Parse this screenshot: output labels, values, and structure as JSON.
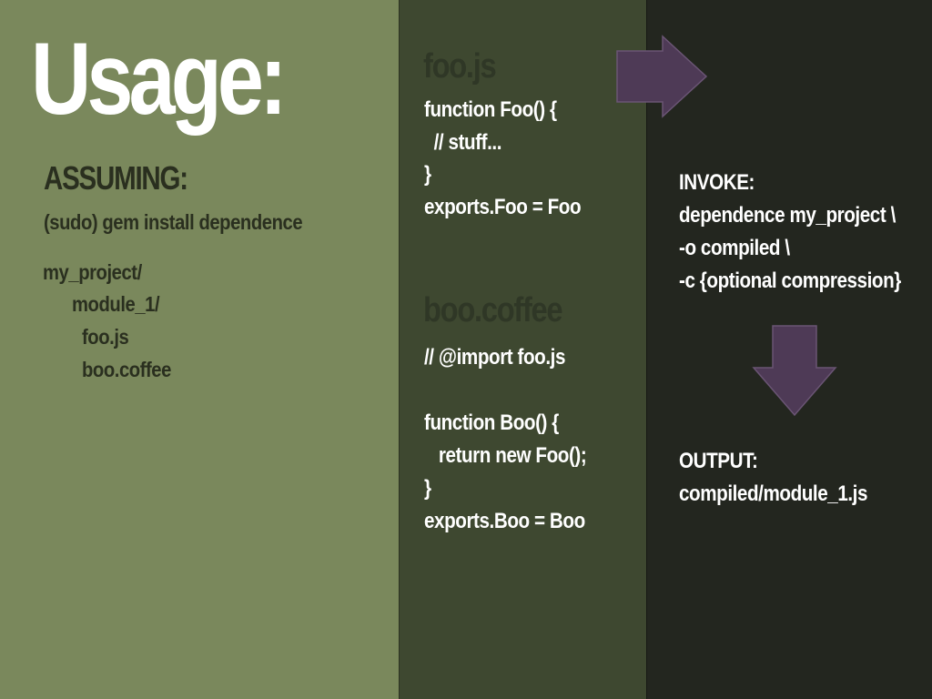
{
  "title": "Usage:",
  "assuming": {
    "label": "ASSUMING:",
    "command": "(sudo) gem install dependence"
  },
  "tree": {
    "root": "my_project/",
    "module": "module_1/",
    "file1": "foo.js",
    "file2": "boo.coffee"
  },
  "foo_js": {
    "heading": "foo.js",
    "lines": [
      "function Foo() {",
      "  // stuff...",
      "}",
      "exports.Foo = Foo"
    ]
  },
  "boo_coffee": {
    "heading": "boo.coffee",
    "lines": [
      "// @import foo.js",
      "",
      "function Boo() {",
      "   return new Foo();",
      "}",
      "exports.Boo = Boo"
    ]
  },
  "invoke": {
    "label": "INVOKE:",
    "lines": [
      "dependence my_project \\",
      "-o compiled \\",
      "-c {optional compression}"
    ]
  },
  "output": {
    "label": "OUTPUT:",
    "path": "compiled/module_1.js"
  },
  "colors": {
    "left_panel": "#7a885c",
    "middle_panel": "#3e4830",
    "right_panel": "#23261f",
    "arrow": "#4e3a56"
  },
  "icons": {
    "right_arrow": "arrow-right-icon",
    "down_arrow": "arrow-down-icon"
  }
}
